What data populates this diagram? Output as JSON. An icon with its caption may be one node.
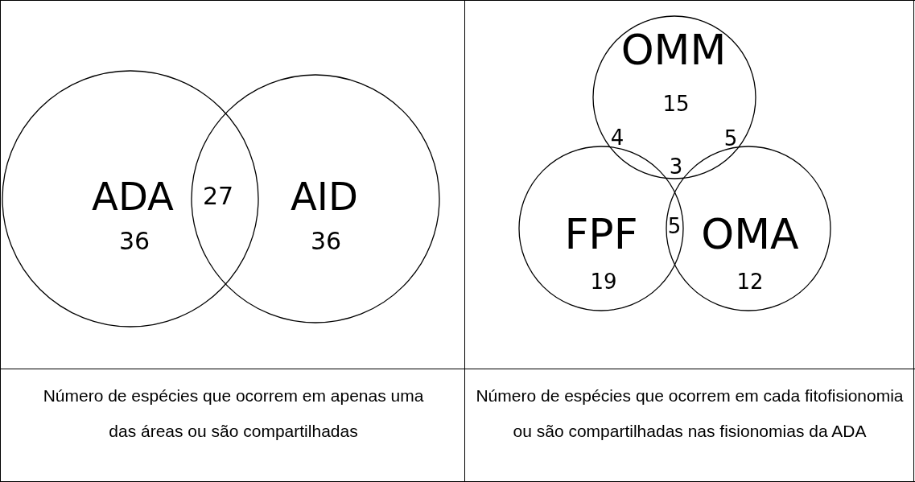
{
  "diagram": {
    "nodes": [
      {
        "text": [
          "ADA",
          "36"
        ]
      },
      {
        "text": [
          "AID",
          "36"
        ]
      },
      {
        "text": [
          "OMM",
          "15"
        ]
      },
      {
        "text": [
          "FPF",
          "19"
        ]
      },
      {
        "text": [
          "OMA",
          "12"
        ]
      }
    ],
    "labels": [
      "27",
      "4",
      "5",
      "3",
      "5",
      "Número de espécies que ocorrem em apenas uma das áreas ou são compartilhadas",
      "Número de espécies que ocorrem em cada fitofisionomia ou são compartilhadas nas fisionomias da ADA"
    ]
  }
}
